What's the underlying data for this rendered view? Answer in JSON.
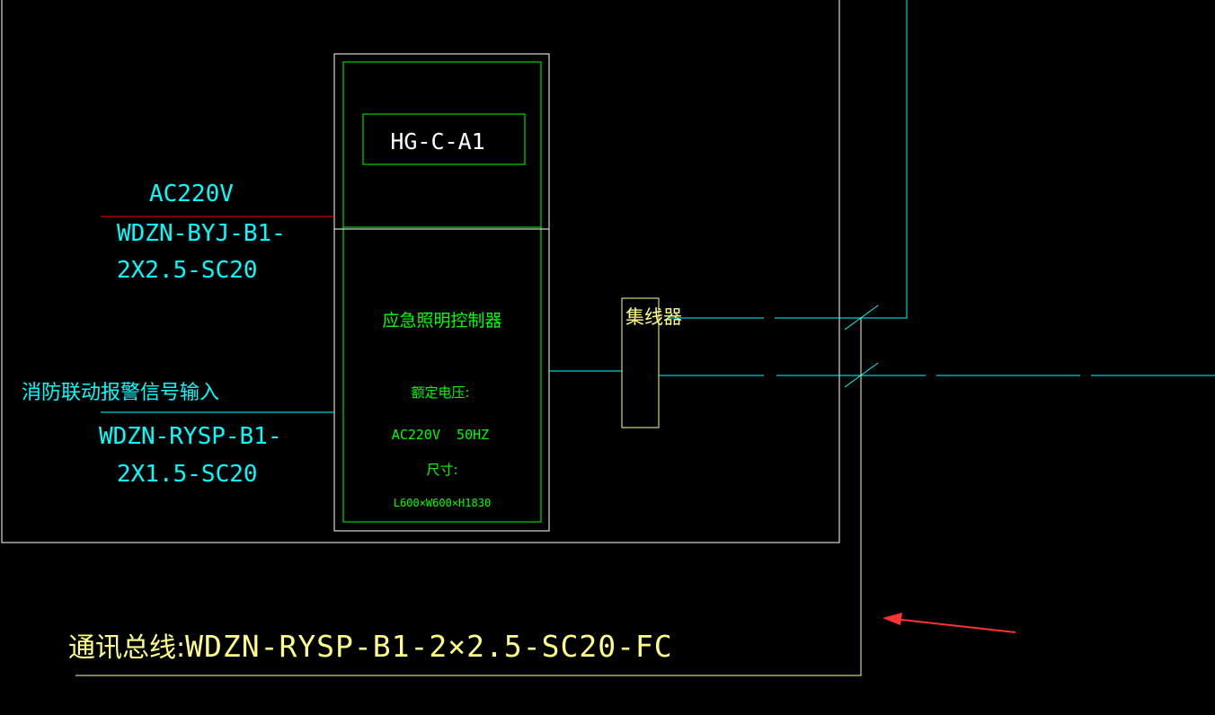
{
  "colors": {
    "background": "#000000",
    "frame": "#ffffff",
    "controller": "#00ff00",
    "cable_text": "#00ffff",
    "cable_line": "#00ffff",
    "power_line": "#ff0000",
    "bus": "#ffff88",
    "annotation_arrow": "#ff3333"
  },
  "controller": {
    "model": "HG-C-A1",
    "name": "应急照明控制器",
    "voltage_label": "额定电压:",
    "voltage_value": "AC220V  50HZ",
    "size_label": "尺寸:",
    "size_value": "L600×W600×H1830"
  },
  "power_feed": {
    "voltage": "AC220V",
    "cable_line1": "WDZN-BYJ-B1-",
    "cable_line2": "2X2.5-SC20"
  },
  "fire_link": {
    "label": "消防联动报警信号输入",
    "cable_line1": "WDZN-RYSP-B1-",
    "cable_line2": "2X1.5-SC20"
  },
  "concentrator": {
    "label": "集线器"
  },
  "bus": {
    "label": "通讯总线:",
    "cable": "WDZN-RYSP-B1-2×2.5-SC20-FC"
  }
}
